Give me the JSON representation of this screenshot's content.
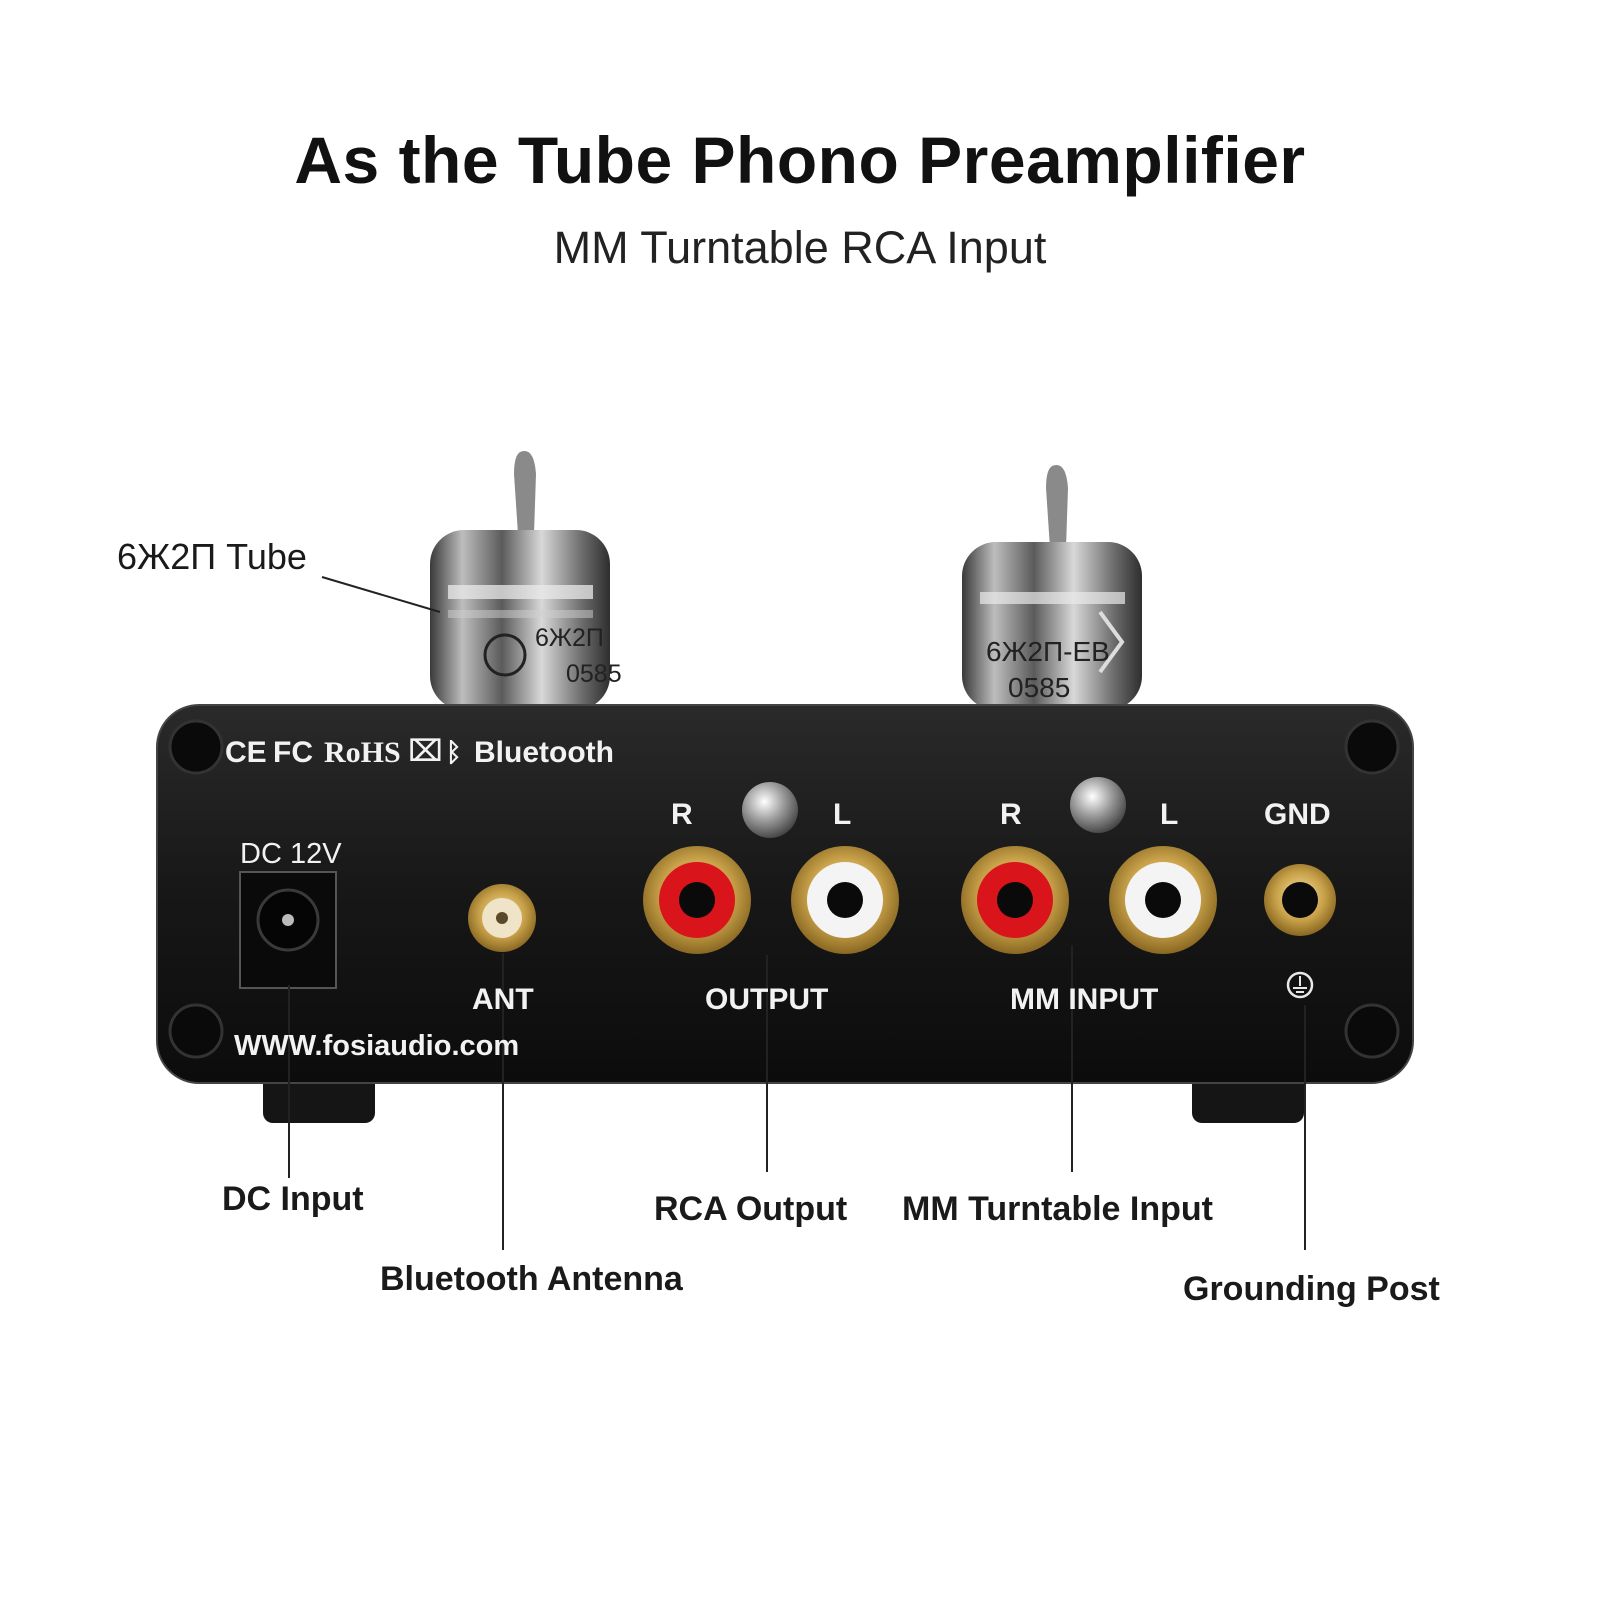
{
  "title": "As the Tube Phono Preamplifier",
  "subtitle": "MM Turntable RCA Input",
  "callouts": {
    "tube": "6Ж2П Tube",
    "dc_input": "DC Input",
    "bluetooth_antenna": "Bluetooth Antenna",
    "rca_output": "RCA Output",
    "mm_turntable_input": "MM Turntable Input",
    "grounding_post": "Grounding Post"
  },
  "panel": {
    "certifications": [
      "CE",
      "FC",
      "RoHS",
      "Bluetooth"
    ],
    "dc_label": "DC 12V",
    "ant_label": "ANT",
    "output_label": "OUTPUT",
    "mm_input_label": "MM INPUT",
    "gnd_label": "GND",
    "r": "R",
    "l": "L",
    "website": "WWW.fosiaudio.com"
  },
  "tubes": {
    "left_marking": "6Ж2П",
    "left_code": "0585",
    "right_marking": "6Ж2П-EB",
    "right_code": "0585"
  },
  "colors": {
    "chassis": "#161616",
    "rca_right": "#d9141b",
    "rca_left": "#f4f4f4",
    "gold": "#c9a24a"
  }
}
